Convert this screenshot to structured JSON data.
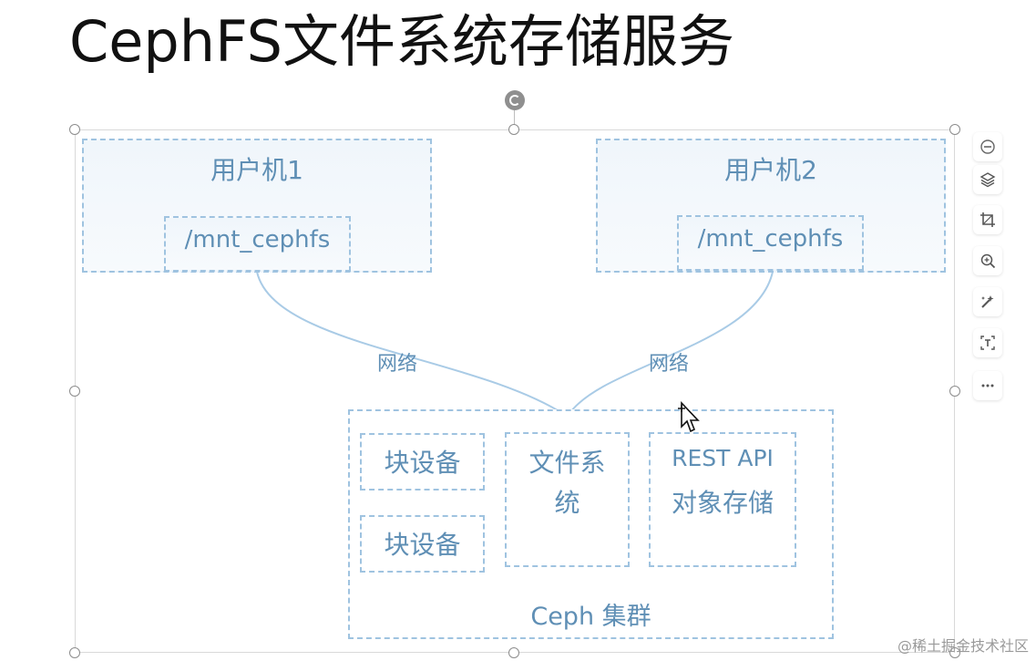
{
  "slide": {
    "title": "CephFS文件系统存储服务"
  },
  "diagram": {
    "client1": {
      "title": "用户机1",
      "mount": "/mnt_cephfs"
    },
    "client2": {
      "title": "用户机2",
      "mount": "/mnt_cephfs"
    },
    "network_left": "网络",
    "network_right": "网络",
    "cluster": {
      "title": "Ceph 集群",
      "block1": "块设备",
      "block2": "块设备",
      "filesystem_line1": "文件系",
      "filesystem_line2": "统",
      "object_line1": "REST API",
      "object_line2": "对象存储"
    },
    "colors": {
      "stroke": "#9fc3e0",
      "text": "#5f8fb5",
      "arrow": "#4a8fd0"
    }
  },
  "toolbar": {
    "items": [
      "minus-icon",
      "layers-icon",
      "crop-icon",
      "zoom-in-icon",
      "magic-wand-icon",
      "text-extract-icon",
      "more-icon"
    ]
  },
  "watermark": "@稀土掘金技术社区"
}
